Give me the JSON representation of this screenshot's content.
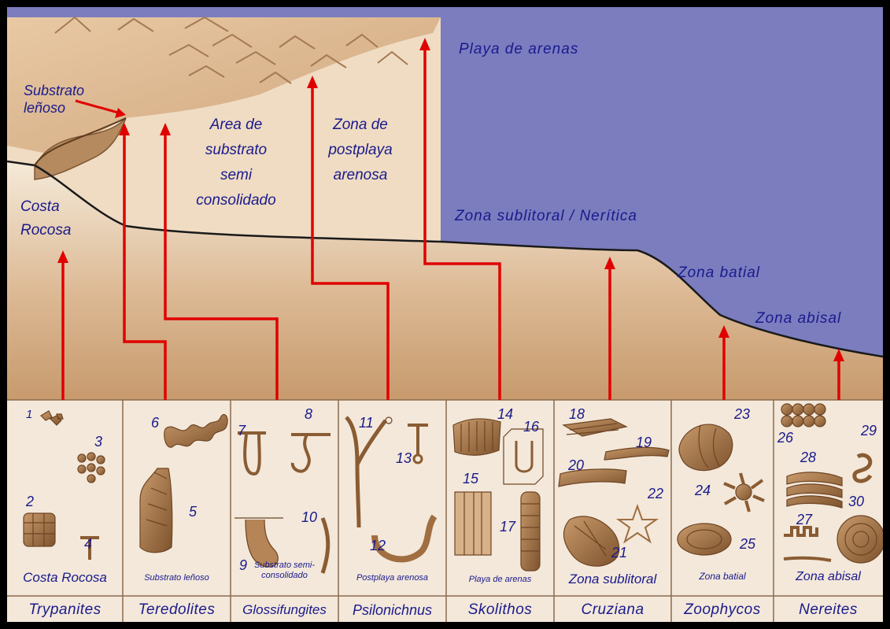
{
  "zones": {
    "playa_arenas": "Playa de arenas",
    "substrato_lenoso": [
      "Substrato",
      "leñoso"
    ],
    "area_semi": [
      "Area de",
      "substrato",
      "semi",
      "consolidado"
    ],
    "postplaya": [
      "Zona de",
      "postplaya",
      "arenosa"
    ],
    "costa_rocosa": [
      "Costa",
      "Rocosa"
    ],
    "sublitoral": "Zona sublitoral / Nerítica",
    "batial": "Zona batial",
    "abisal": "Zona abisal"
  },
  "columns": [
    {
      "sublabel": "Costa Rocosa",
      "genus": "Trypanites"
    },
    {
      "sublabel": "Substrato leñoso",
      "genus": "Teredolites"
    },
    {
      "sublabel": "Substrato semi-\nconsolidado",
      "genus": "Glossifungites"
    },
    {
      "sublabel": "Postplaya arenosa",
      "genus": "Psilonichnus"
    },
    {
      "sublabel": "Playa de arenas",
      "genus": "Skolithos"
    },
    {
      "sublabel": "Zona sublitoral",
      "genus": "Cruziana"
    },
    {
      "sublabel": "Zona batial",
      "genus": "Zoophycos"
    },
    {
      "sublabel": "Zona abisal",
      "genus": "Nereites"
    }
  ],
  "numbers": [
    "1",
    "2",
    "3",
    "4",
    "5",
    "6",
    "7",
    "8",
    "9",
    "10",
    "11",
    "12",
    "13",
    "14",
    "15",
    "16",
    "17",
    "18",
    "19",
    "20",
    "21",
    "22",
    "23",
    "24",
    "25",
    "26",
    "27",
    "28",
    "29",
    "30"
  ],
  "colors": {
    "sky": "#7b7dbf",
    "sediment_light": "#f3e6d3",
    "sediment_dark": "#c79a6d",
    "panel": "#f3e8da",
    "arrow": "#e00000",
    "text": "#1a1a8c",
    "fossil": "#9a6a3d"
  }
}
